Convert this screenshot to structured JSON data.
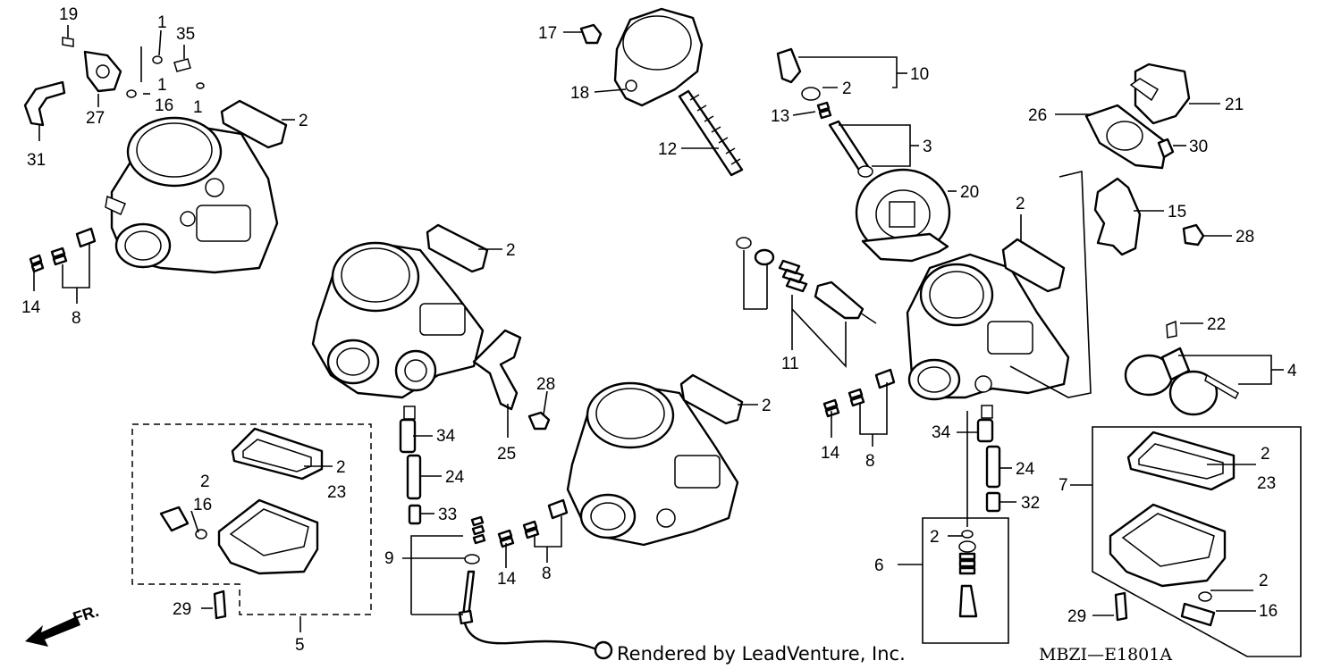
{
  "diagram": {
    "credit": "Rendered by LeadVenture, Inc.",
    "code": "MBZI—E1801A",
    "direction_label": "FR.",
    "labels": {
      "l19": "19",
      "l1a": "1",
      "l35": "35",
      "l1b": "1",
      "l1c": "1",
      "l27": "27",
      "l16a": "16",
      "l31": "31",
      "l2a": "2",
      "l14a": "14",
      "l8a": "8",
      "l2b": "2",
      "l28a": "28",
      "l25": "25",
      "l34a": "34",
      "l24a": "24",
      "l33": "33",
      "l2c": "2",
      "l23a": "23",
      "l2d": "2",
      "l16b": "16",
      "l29a": "29",
      "l5": "5",
      "l9": "9",
      "l14b": "14",
      "l8b": "8",
      "l2e": "2",
      "l17": "17",
      "l18": "18",
      "l12": "12",
      "l10": "10",
      "l2f": "2",
      "l13": "13",
      "l3": "3",
      "l20": "20",
      "l11": "11",
      "l2g": "2",
      "l14c": "14",
      "l8c": "8",
      "l34b": "34",
      "l24b": "24",
      "l32": "32",
      "l2h": "2",
      "l6": "6",
      "l21": "21",
      "l26": "26",
      "l30": "30",
      "l15": "15",
      "l28b": "28",
      "l22": "22",
      "l4": "4",
      "l7": "7",
      "l2i": "2",
      "l23b": "23",
      "l2j": "2",
      "l16c": "16",
      "l29b": "29"
    }
  }
}
